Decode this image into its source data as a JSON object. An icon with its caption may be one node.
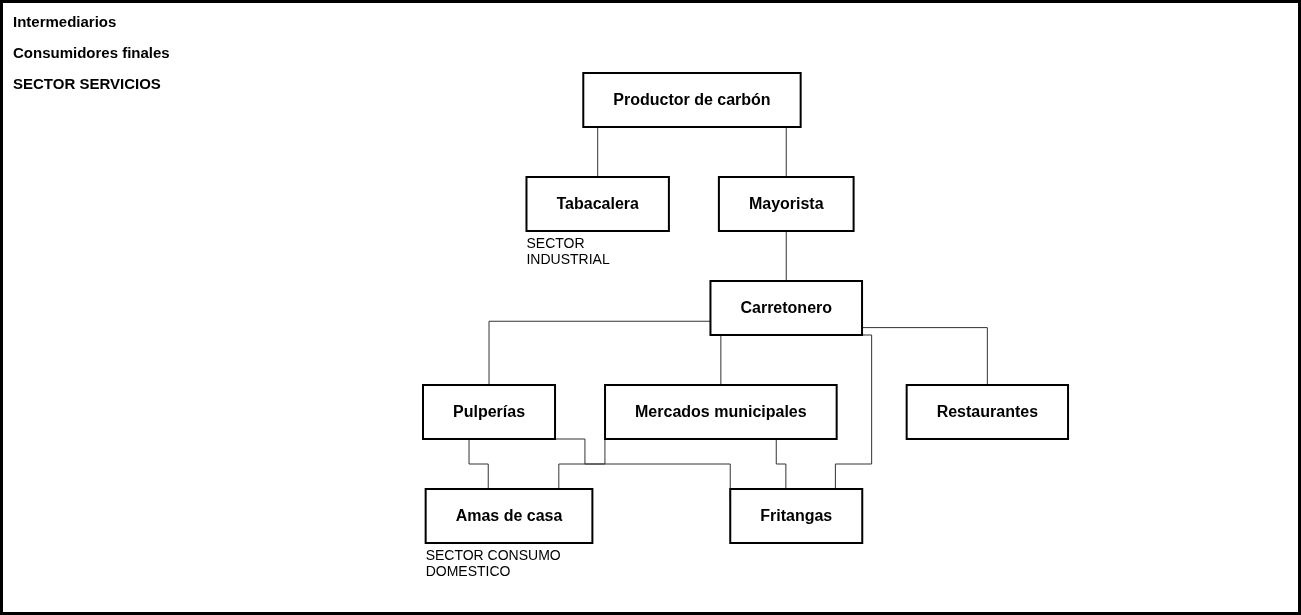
{
  "diagram": {
    "nodes": [
      {
        "text": [
          "Productor de carbón"
        ]
      },
      {
        "text": [
          "Mayorista"
        ]
      },
      {
        "text": [
          "Carretonero"
        ]
      },
      {
        "text": [
          "Pulperías"
        ]
      },
      {
        "text": [
          "Mercados municipales"
        ]
      },
      {
        "text": [
          "Tabacalera"
        ],
        "beside": [
          "SECTOR INDUSTRIAL"
        ]
      },
      {
        "text": [
          "Amas de casa"
        ],
        "beside": [
          "SECTOR CONSUMO DOMESTICO"
        ]
      },
      {
        "text": [
          "Fritangas"
        ]
      },
      {
        "text": [
          "Restaurantes"
        ]
      }
    ],
    "edges": [
      {
        "from": 0,
        "to": 5,
        "arrow": "none"
      },
      {
        "from": 0,
        "to": 1,
        "arrow": "none"
      },
      {
        "from": 1,
        "to": 2,
        "arrow": "none"
      },
      {
        "from": 2,
        "to": 3,
        "arrow": "none"
      },
      {
        "from": 2,
        "to": 4,
        "arrow": "none"
      },
      {
        "from": 2,
        "to": 7,
        "arrow": "none"
      },
      {
        "from": 2,
        "to": 8,
        "arrow": "none"
      },
      {
        "from": 3,
        "to": 6,
        "arrow": "none"
      },
      {
        "from": 3,
        "to": 7,
        "arrow": "none"
      },
      {
        "from": 4,
        "to": 6,
        "arrow": "none"
      },
      {
        "from": 4,
        "to": 7,
        "arrow": "none"
      }
    ],
    "labels": [
      "Intermediarios",
      "Consumidores finales",
      "SECTOR SERVICIOS"
    ]
  }
}
